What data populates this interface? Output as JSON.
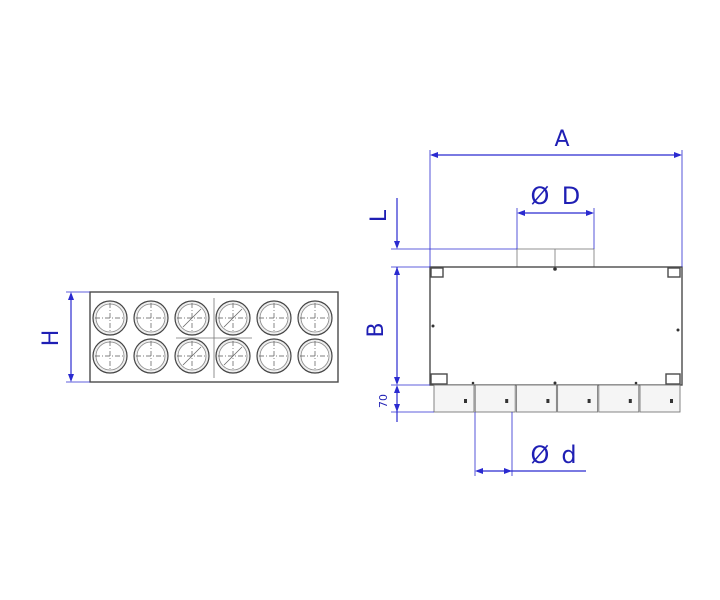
{
  "labels": {
    "height": "H",
    "length": "L",
    "depth": "B",
    "width": "A",
    "main_diameter": "D",
    "outlet_diameter": "d",
    "outlet_offset": "70",
    "diameter_symbol": "Ø"
  },
  "colors": {
    "dimension": "#1f1fb4",
    "body": "#4a4a4a"
  }
}
